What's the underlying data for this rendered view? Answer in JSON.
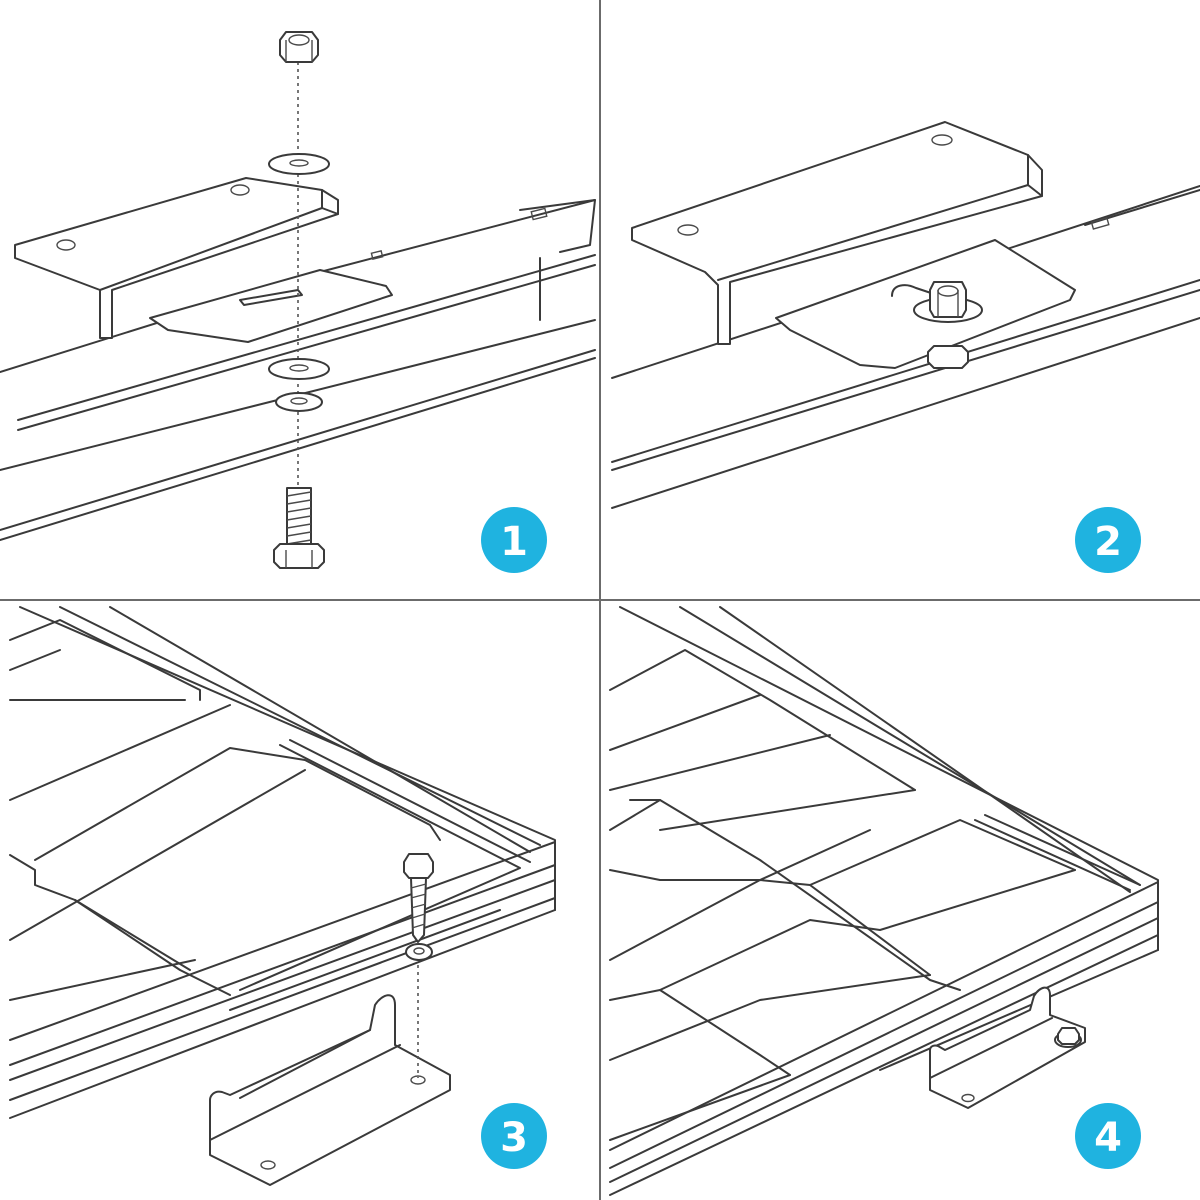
{
  "steps": [
    {
      "number": "1"
    },
    {
      "number": "2"
    },
    {
      "number": "3"
    },
    {
      "number": "4"
    }
  ],
  "colors": {
    "badge": "#1fb3e0",
    "line": "#3a3a3a",
    "background": "#ffffff"
  }
}
